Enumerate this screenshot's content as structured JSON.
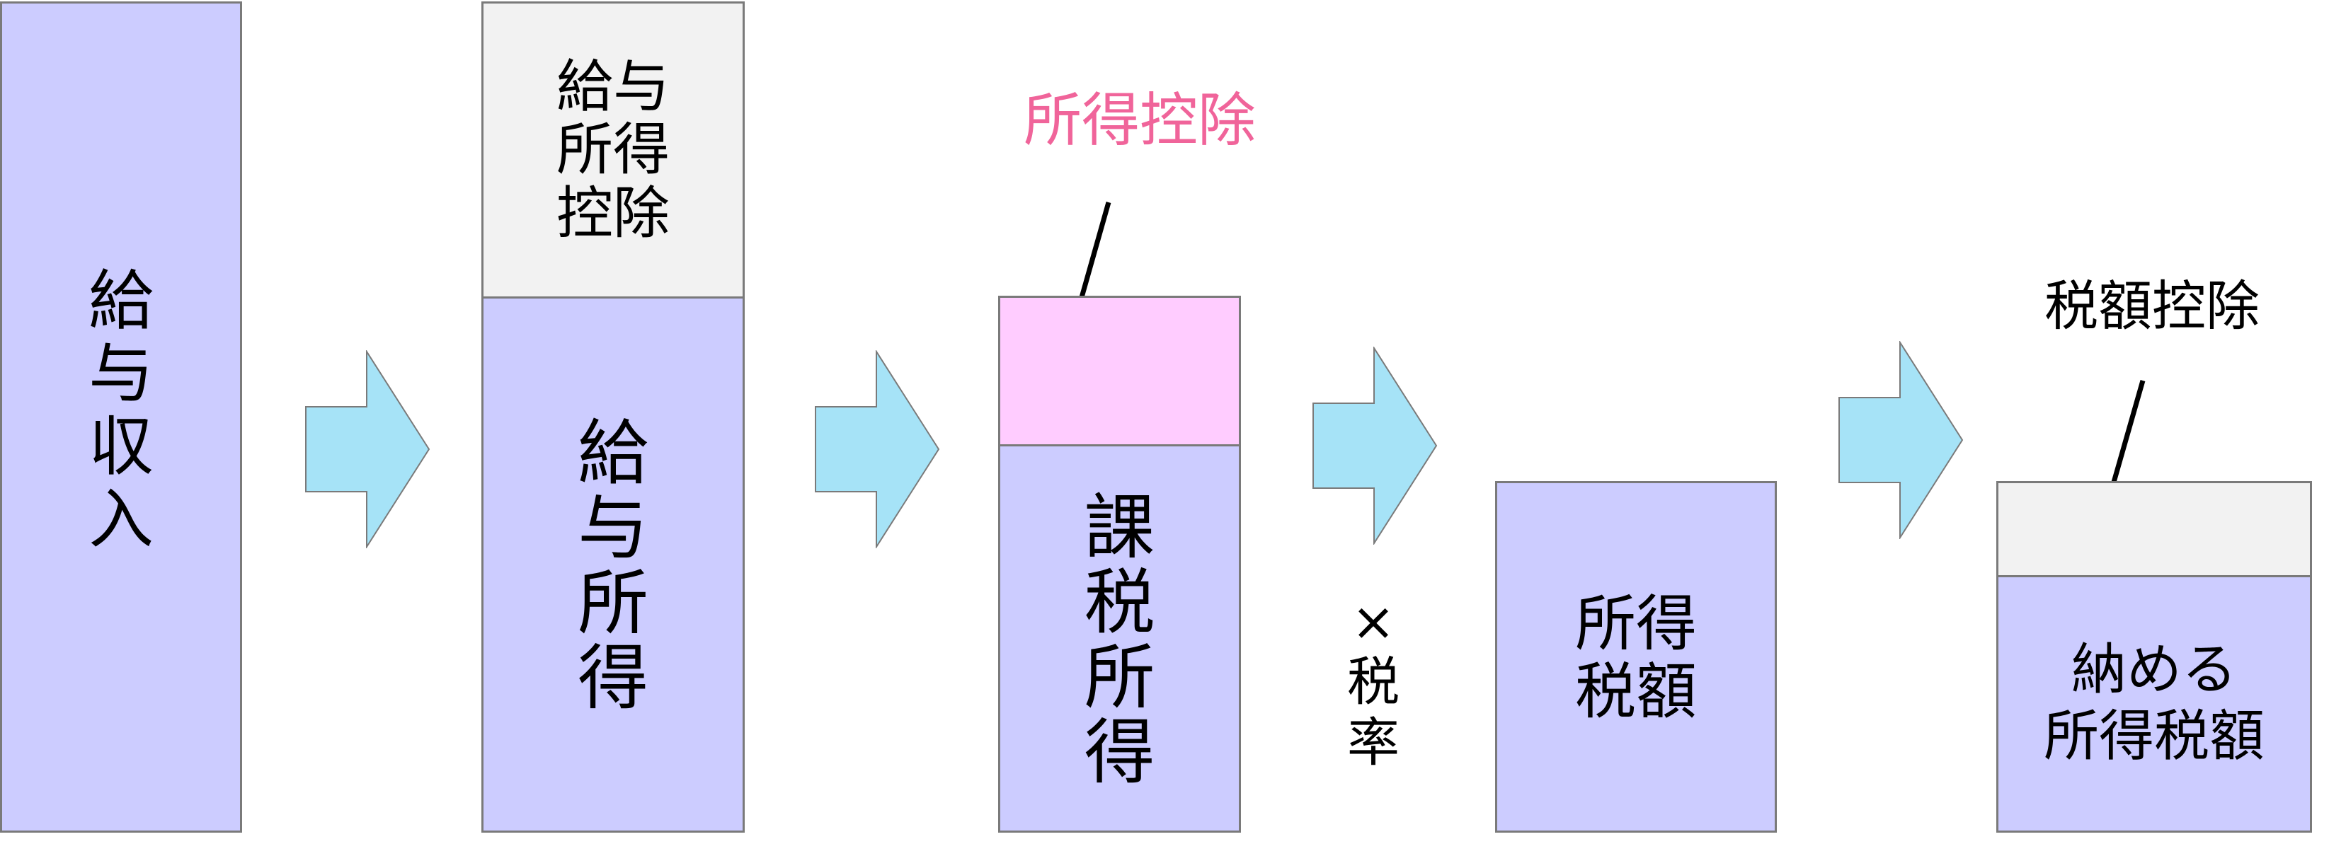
{
  "steps": {
    "salary_income": {
      "label": [
        "給",
        "与",
        "収",
        "入"
      ]
    },
    "salary_deduction": {
      "label": [
        "給与",
        "所得",
        "控除"
      ]
    },
    "salary_earned": {
      "label": [
        "給",
        "与",
        "所",
        "得"
      ]
    },
    "income_deduction": {
      "label": "所得控除",
      "color": "#f0649a"
    },
    "taxable_income": {
      "label": [
        "課",
        "税",
        "所",
        "得"
      ]
    },
    "tax_rate": {
      "label": [
        "×",
        "税",
        "率"
      ]
    },
    "income_tax": {
      "label": [
        "所得",
        "税額"
      ]
    },
    "tax_credit": {
      "label": "税額控除"
    },
    "tax_payable": {
      "label": [
        "納める",
        "所得税額"
      ]
    }
  },
  "colors": {
    "box_fill": "#ccccff",
    "deduction_fill": "#f2f2f2",
    "income_deduction_fill": "#ffccff",
    "arrow_fill": "#a6e3f7",
    "border": "#7a7a7a"
  },
  "icons": [
    "right-arrow-icon"
  ]
}
